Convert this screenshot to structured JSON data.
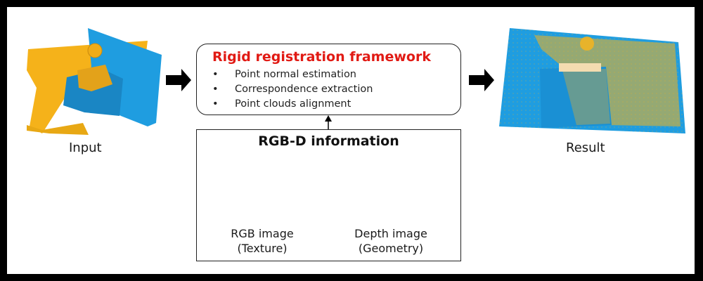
{
  "input_label": "Input",
  "result_label": "Result",
  "framework": {
    "title": "Rigid registration framework",
    "steps": [
      "Point normal estimation",
      "Correspondence extraction",
      "Point clouds alignment"
    ]
  },
  "rgbd": {
    "title": "RGB-D information",
    "rgb_caption_line1": "RGB image",
    "rgb_caption_line2": "(Texture)",
    "depth_caption_line1": "Depth image",
    "depth_caption_line2": "(Geometry)"
  },
  "colors": {
    "point_cloud_a": "#f5b21a",
    "point_cloud_b": "#1f9de0",
    "title_red": "#e11a14"
  }
}
